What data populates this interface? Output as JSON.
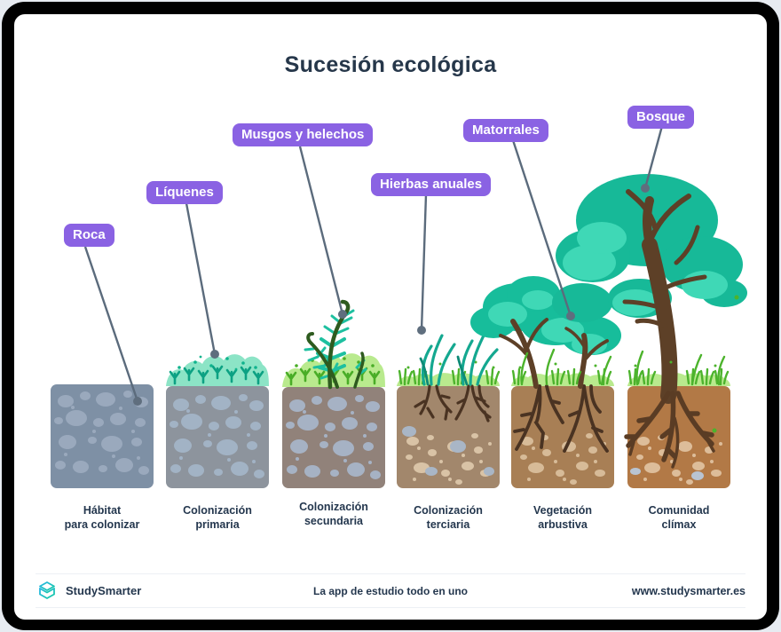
{
  "title": "Sucesión ecológica",
  "stages": [
    {
      "label": "Roca",
      "caption1": "Hábitat",
      "caption2": "para colonizar"
    },
    {
      "label": "Líquenes",
      "caption1": "Colonización",
      "caption2": "primaria"
    },
    {
      "label": "Musgos y helechos",
      "caption1": "Colonización",
      "caption2": "secundaria"
    },
    {
      "label": "Hierbas anuales",
      "caption1": "Colonización",
      "caption2": "terciaria"
    },
    {
      "label": "Matorrales",
      "caption1": "Vegetación",
      "caption2": "arbustiva"
    },
    {
      "label": "Bosque",
      "caption1": "Comunidad",
      "caption2": "clímax"
    }
  ],
  "footer": {
    "brand": "StudySmarter",
    "tagline": "La app de estudio todo en uno",
    "website": "www.studysmarter.es"
  },
  "icons": {
    "logo": "studysmarter-logo-icon"
  },
  "colors": {
    "badge_purple": "#8a62e3",
    "title_navy": "#26374a",
    "pointer_slate": "#5b6b7c",
    "teal_foliage": "#17bd9b",
    "grass_green": "#4cb32c",
    "rock_blue_gray": "#7e90a5",
    "soil_brown": "#a87f55"
  }
}
